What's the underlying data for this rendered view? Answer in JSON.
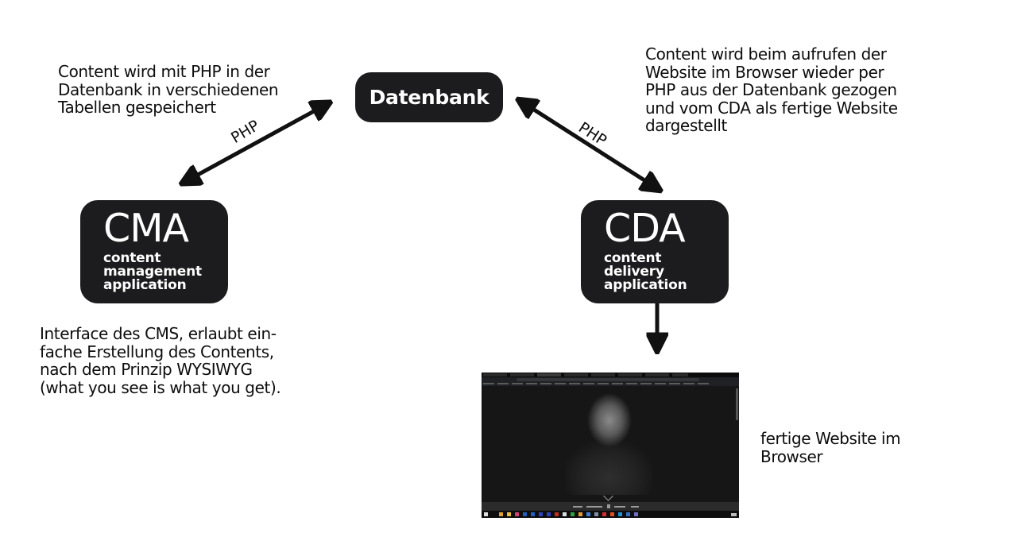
{
  "diagram": {
    "nodes": {
      "database": {
        "label": "Datenbank"
      },
      "cma": {
        "title": "CMA",
        "subtitle": "content\nmanagement\napplication"
      },
      "cda": {
        "title": "CDA",
        "subtitle": "content\ndelivery\napplication"
      }
    },
    "edges": {
      "cma_db": {
        "label": "PHP",
        "direction": "bidirectional"
      },
      "db_cda": {
        "label": "PHP",
        "direction": "bidirectional"
      },
      "cda_browser": {
        "label": "",
        "direction": "forward"
      }
    },
    "notes": {
      "cma_to_db": "Content wird mit PHP in der\nDatenbank in verschiedenen\nTabellen gespeichert",
      "db_to_cda": "Content wird beim aufrufen der\nWebsite im Browser wieder per\nPHP aus der Datenbank gezogen\nund vom CDA als fertige Website\ndargestellt",
      "cma_description": "Interface des CMS, erlaubt ein-\nfache Erstellung des Contents,\nnach dem Prinzip WYSIWYG\n(what you see is what you get).",
      "browser_caption": "fertige Website im\nBrowser"
    },
    "screenshot": {
      "alt": "Browser screenshot of finished website with portrait photo"
    }
  },
  "colors": {
    "box_fill": "#1c1c1e",
    "box_text": "#ffffff",
    "arrow": "#111111",
    "text": "#0d0d0d",
    "background": "#ffffff"
  }
}
